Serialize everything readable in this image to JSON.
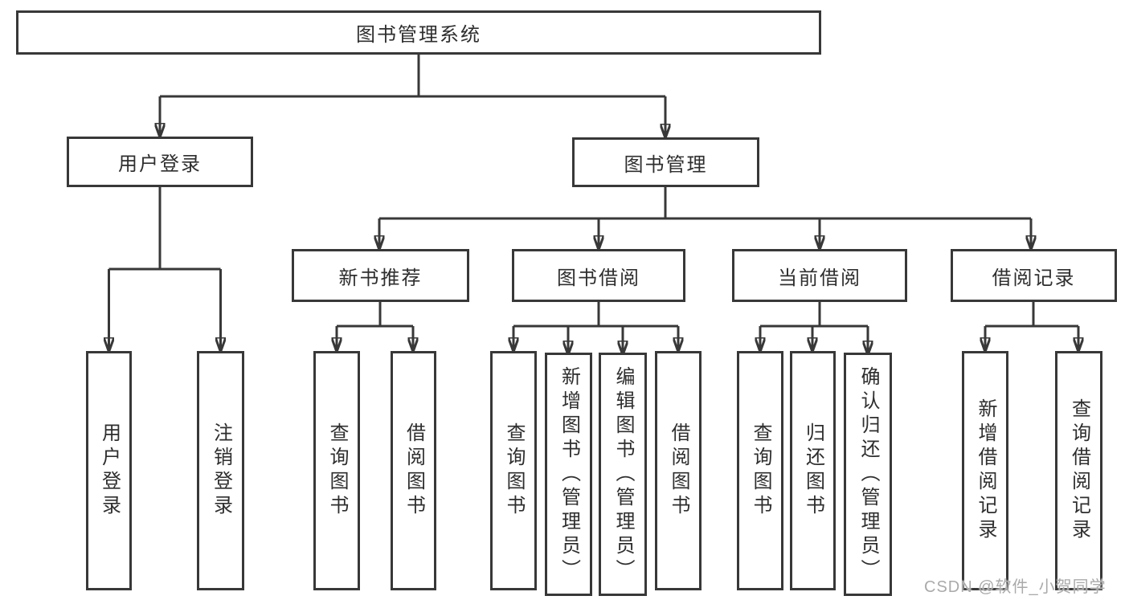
{
  "colors": {
    "line": "#383838",
    "box_border": "#383838",
    "text": "#2e2e2e",
    "watermark": "#aaaaaa",
    "background": "#ffffff"
  },
  "watermark": {
    "text": "CSDN @软件_小贺同学"
  },
  "tree": {
    "label": "图书管理系统",
    "children": [
      {
        "label": "用户登录",
        "children": [
          {
            "label": "用户登录"
          },
          {
            "label": "注销登录"
          }
        ]
      },
      {
        "label": "图书管理",
        "children": [
          {
            "label": "新书推荐",
            "children": [
              {
                "label": "查询图书"
              },
              {
                "label": "借阅图书"
              }
            ]
          },
          {
            "label": "图书借阅",
            "children": [
              {
                "label": "查询图书"
              },
              {
                "label": "新增图书（管理员）"
              },
              {
                "label": "编辑图书（管理员）"
              },
              {
                "label": "借阅图书"
              }
            ]
          },
          {
            "label": "当前借阅",
            "children": [
              {
                "label": "查询图书"
              },
              {
                "label": "归还图书"
              },
              {
                "label": "确认归还（管理员）"
              }
            ]
          },
          {
            "label": "借阅记录",
            "children": [
              {
                "label": "新增借阅记录"
              },
              {
                "label": "查询借阅记录"
              }
            ]
          }
        ]
      }
    ]
  }
}
